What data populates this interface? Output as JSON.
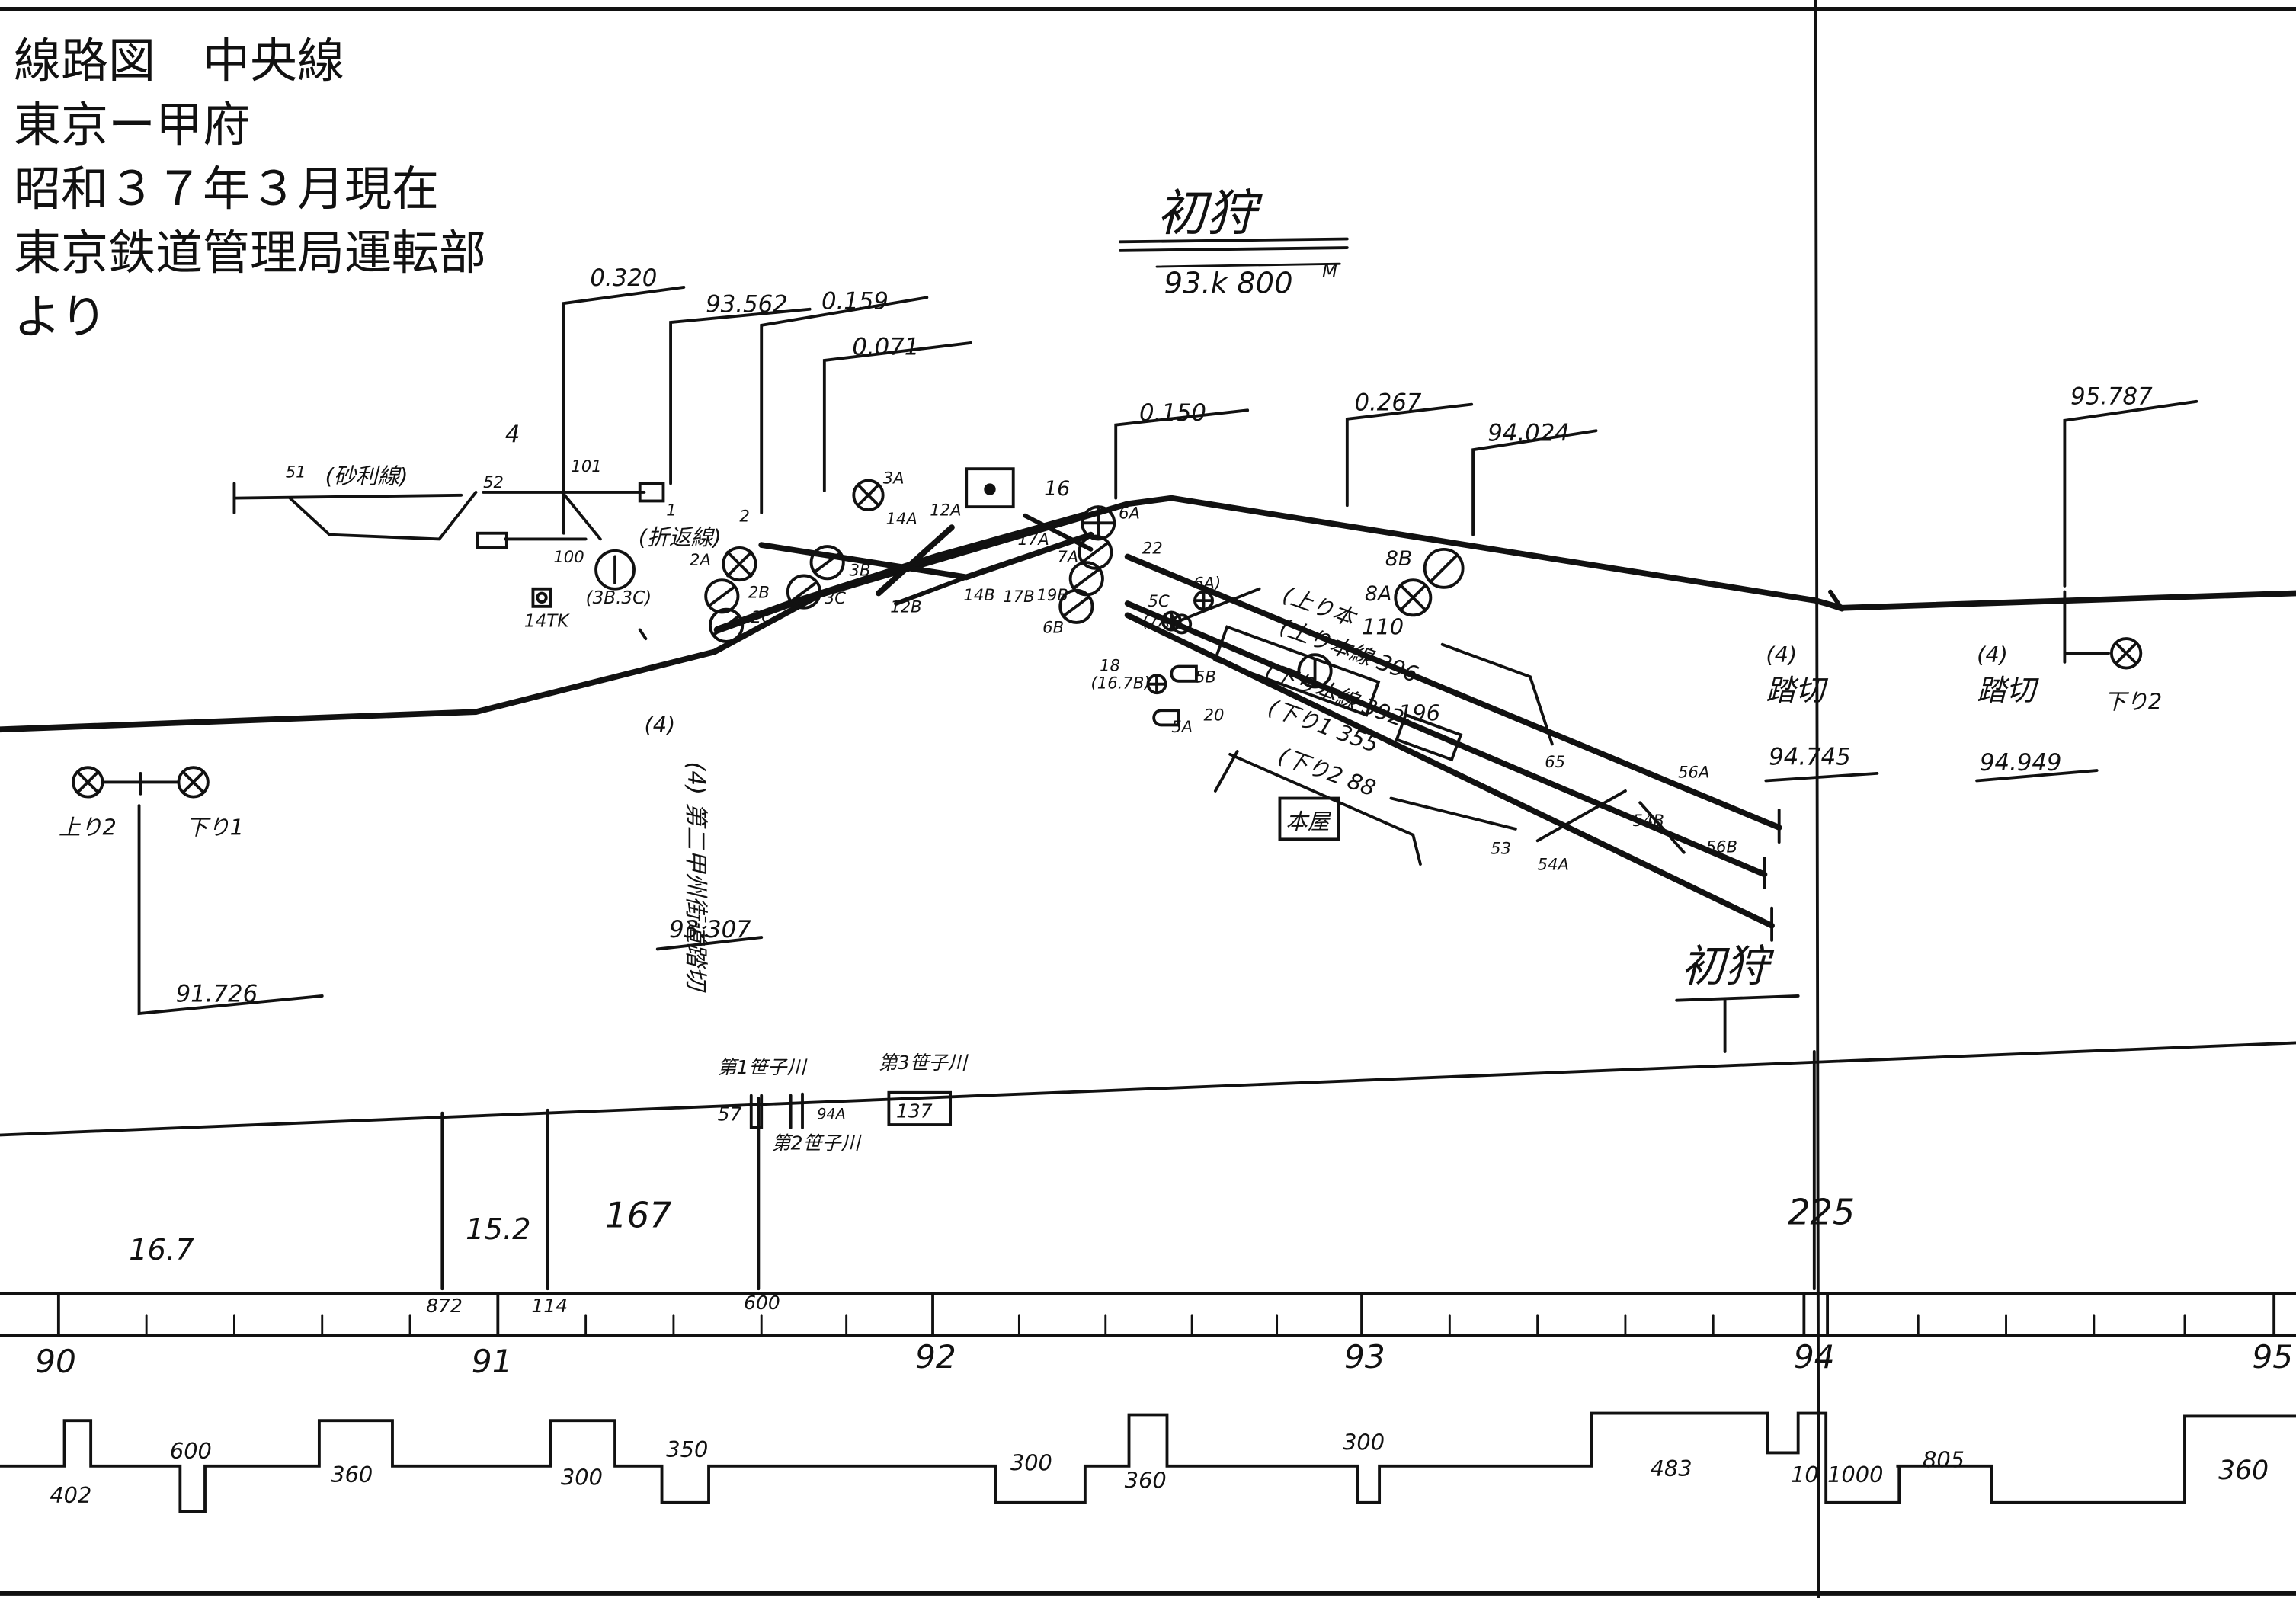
{
  "header": {
    "title": "線路図　中央線",
    "section": "東京ー甲府",
    "as_of": "昭和３７年３月現在",
    "source_org": "東京鉄道管理局運転部",
    "source_suffix": "より"
  },
  "station": {
    "name": "初狩",
    "center_km": "93.k 800",
    "center_unit": "M",
    "label_lower": "初狩"
  },
  "mileposts": [
    "0.320",
    "93.562",
    "0.159",
    "0.071",
    "0.150",
    "0.267",
    "94.024",
    "95.787",
    "91.726",
    "93.307",
    "94.745",
    "94.949"
  ],
  "crossings": {
    "western": "(4) 第二甲州街道踏切",
    "east_1_line": "(4)",
    "east_1_name": "踏切",
    "east_2_line": "(4)",
    "east_2_name": "踏切"
  },
  "track_labels": {
    "siding": "(砂利線)",
    "refuge": "(折返線)",
    "up_main": "(上り本",
    "up_sub": "(上り本線 396",
    "down_main": "(下り本線 392",
    "down_1": "(下り1 355",
    "down_2": "(下り2 88",
    "up_len": "110",
    "n196": "196",
    "station_box": "本屋"
  },
  "signals": {
    "up2": "上り2",
    "down1": "下り1",
    "down2": "下り2",
    "tk": "14TK",
    "sig_38_3c": "(3B.3C)",
    "sig_16_7b": "(16.7B)",
    "labels": [
      "51",
      "52",
      "101",
      "100",
      "4",
      "1",
      "2",
      "2A",
      "2B",
      "2C",
      "3A",
      "3B",
      "3C",
      "12A",
      "12B",
      "14A",
      "14B",
      "16",
      "17A",
      "17B",
      "18",
      "19B",
      "6A",
      "6B",
      "7A",
      "8A",
      "8B",
      "5A",
      "5B",
      "5C",
      "6A)",
      "(7A)",
      "20",
      "22",
      "53",
      "54A",
      "54B",
      "56A",
      "56B",
      "65"
    ]
  },
  "profile": {
    "bridges": [
      "第1笹子川",
      "第3笹子川",
      "第2笹子川"
    ],
    "bridge_nums": [
      "57",
      "94A",
      "137"
    ],
    "segments": [
      "16.7",
      "15.2",
      "167",
      "225"
    ],
    "points": [
      "872",
      "114",
      "600"
    ]
  },
  "km_scale": [
    "90",
    "91",
    "92",
    "93",
    "94",
    "95"
  ],
  "curves": [
    "402",
    "600",
    "360",
    "300",
    "350",
    "300",
    "360",
    "300",
    "483",
    "10",
    "1000",
    "805",
    "360"
  ]
}
